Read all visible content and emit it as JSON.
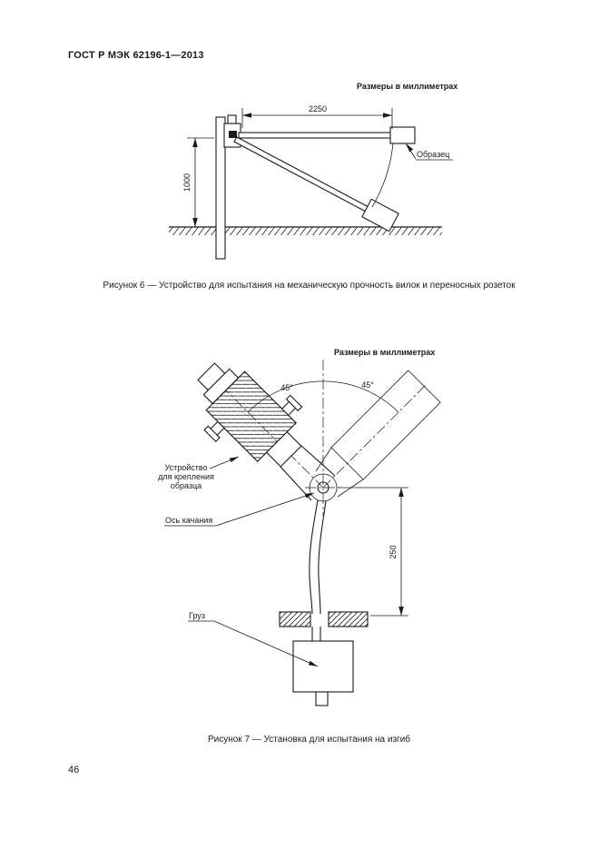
{
  "page": {
    "header": "ГОСТ Р МЭК 62196-1—2013",
    "page_number": "46"
  },
  "figure6": {
    "units_note": "Размеры в миллиметрах",
    "dim_width": "2250",
    "dim_height": "1000",
    "label_specimen": "Образец",
    "caption": "Рисунок 6 — Устройство для испытания на механическую прочность вилок и переносных розеток"
  },
  "figure7": {
    "units_note": "Размеры в миллиметрах",
    "angle_left": "45°",
    "angle_right": "45°",
    "label_fixture_line1": "Устройство",
    "label_fixture_line2": "для крепления",
    "label_fixture_line3": "образца",
    "label_axis": "Ось качания",
    "dim_length": "250",
    "label_weight": "Груз",
    "caption": "Рисунок 7 — Установка для испытания на изгиб"
  }
}
